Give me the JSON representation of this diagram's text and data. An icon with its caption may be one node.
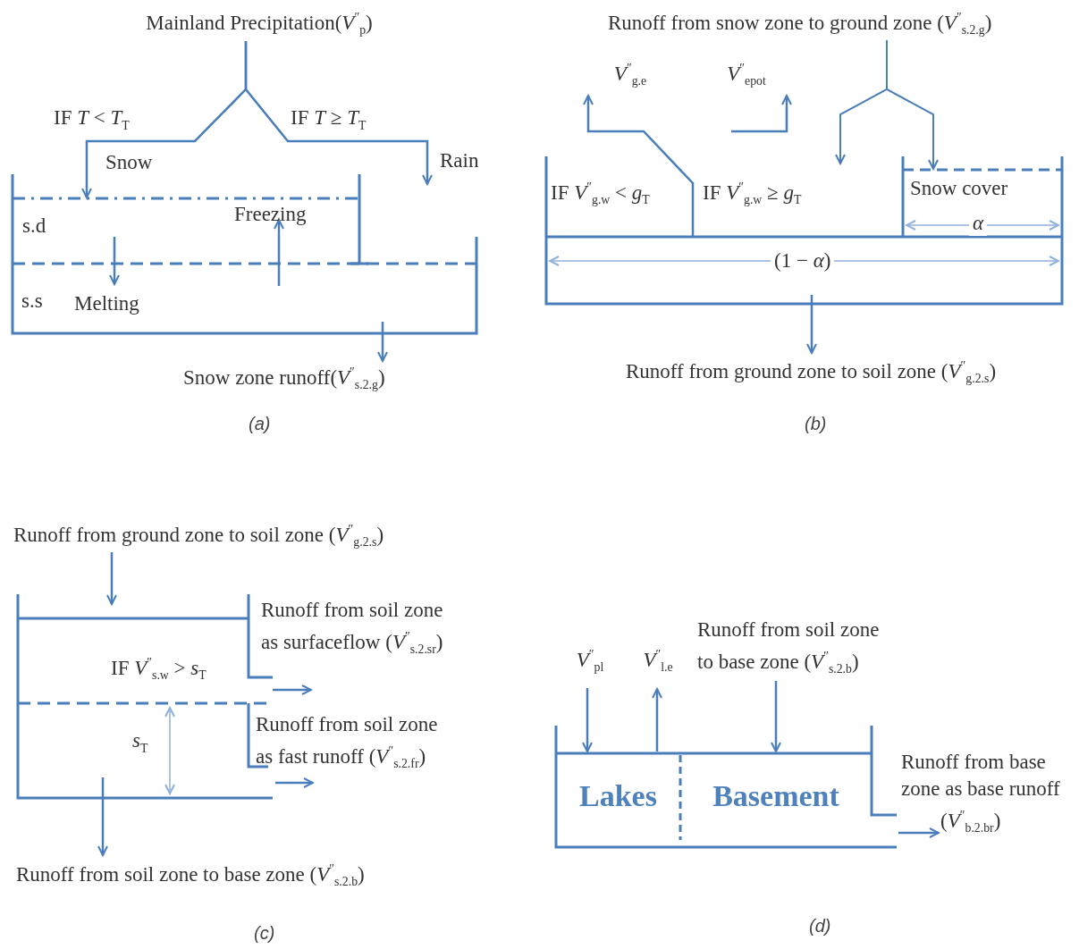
{
  "diagram": {
    "nodes": [
      {
        "text": [
          "Mainland Precipitation(*V*$^{″}$$_{p}$)"
        ]
      },
      {
        "text": [],
        "shape": "box"
      },
      {
        "text": [
          "s.d"
        ],
        "in": 1
      },
      {
        "text": [
          "s.s"
        ],
        "in": 1
      },
      {
        "text": [
          "Snow zone runoff(*V*$^{″}$$_{s.2.g}$)"
        ]
      },
      {
        "text": [
          "Runoff from snow zone to ground zone (*V*$^{″}$$_{s.2.g}$)"
        ]
      },
      {
        "text": [],
        "shape": "box"
      },
      {
        "text": [
          "Snow cover"
        ],
        "in": 6
      },
      {
        "text": [],
        "shape": "box",
        "in": 6
      },
      {
        "text": [
          "*V*$^{″}$$_{g.e}$"
        ]
      },
      {
        "text": [
          "*V*$^{″}$$_{epot}$"
        ]
      },
      {
        "text": [
          "Runoff from ground zone to soil zone (*V*$^{″}$$_{g.2.s}$)"
        ]
      },
      {
        "text": [
          "Runoff from ground zone to soil zone (*V*$^{″}$$_{g.2.s}$)"
        ]
      },
      {
        "text": [],
        "shape": "box"
      },
      {
        "text": [
          "Runoff from soil zone as surfaceflow (*V*$^{″}$$_{s.2.sr}$)"
        ]
      },
      {
        "text": [
          "Runoff from soil zone as fast runoff (*V*$^{″}$$_{s.2.fr}$)"
        ]
      },
      {
        "text": [
          "Runoff from soil zone to base zone (*V*$^{″}$$_{s.2.b}$)"
        ]
      },
      {
        "text": [
          "*V*$^{″}$$_{pl}$"
        ]
      },
      {
        "text": [
          "*V*$^{″}$$_{l.e}$"
        ]
      },
      {
        "text": [
          "Runoff from soil zone to base zone (*V*$^{″}$$_{s.2.b}$)"
        ]
      },
      {
        "text": [],
        "shape": "box"
      },
      {
        "text": [
          "Lakes"
        ],
        "in": 20
      },
      {
        "text": [
          "Basement"
        ],
        "in": 20
      },
      {
        "text": [
          "Runoff from base zone as base runoff",
          "(*V*$^{″}$$_{b.2.br}$)"
        ]
      }
    ],
    "edges": [
      {
        "from": 0,
        "to": 2,
        "arrow": "to",
        "label": "Snow"
      },
      {
        "from": 0,
        "to": 1,
        "arrow": "to",
        "label": "Rain"
      },
      {
        "from": 2,
        "to": 3,
        "arrow": "to",
        "label": "Melting"
      },
      {
        "from": 3,
        "to": 2,
        "arrow": "to",
        "label": "Freezing"
      },
      {
        "from": 3,
        "to": 4,
        "arrow": "to"
      },
      {
        "from": 5,
        "to": 6,
        "arrow": "to"
      },
      {
        "from": 5,
        "to": 7,
        "arrow": "to"
      },
      {
        "from": 8,
        "to": 9,
        "arrow": "to"
      },
      {
        "from": null,
        "to": 10,
        "arrow": "to"
      },
      {
        "from": 8,
        "to": 11,
        "arrow": "to"
      },
      {
        "from": 12,
        "to": 13,
        "arrow": "to"
      },
      {
        "from": 13,
        "to": 14,
        "arrow": "to"
      },
      {
        "from": 13,
        "to": 15,
        "arrow": "to"
      },
      {
        "from": 13,
        "to": 16,
        "arrow": "to"
      },
      {
        "from": 17,
        "to": 21,
        "arrow": "to"
      },
      {
        "from": 21,
        "to": 18,
        "arrow": "to"
      },
      {
        "from": 19,
        "to": 22,
        "arrow": "to"
      },
      {
        "from": 20,
        "to": 23,
        "arrow": "to"
      }
    ],
    "labels": [
      "IF *T* < *T*$_{T}$",
      "IF *T* ≥ *T*$_{T}$",
      "(a)",
      "IF *V*$^{″}$$_{g.w}$ < *g*$_{T}$",
      "IF *V*$^{″}$$_{g.w}$ ≥ *g*$_{T}$",
      "α",
      "(1 − *α*)",
      "(b)",
      "IF *V*$^{″}$$_{s.w}$ > *s*$_{T}$",
      "*s*$_{T}$",
      "(c)",
      "(d)"
    ]
  }
}
